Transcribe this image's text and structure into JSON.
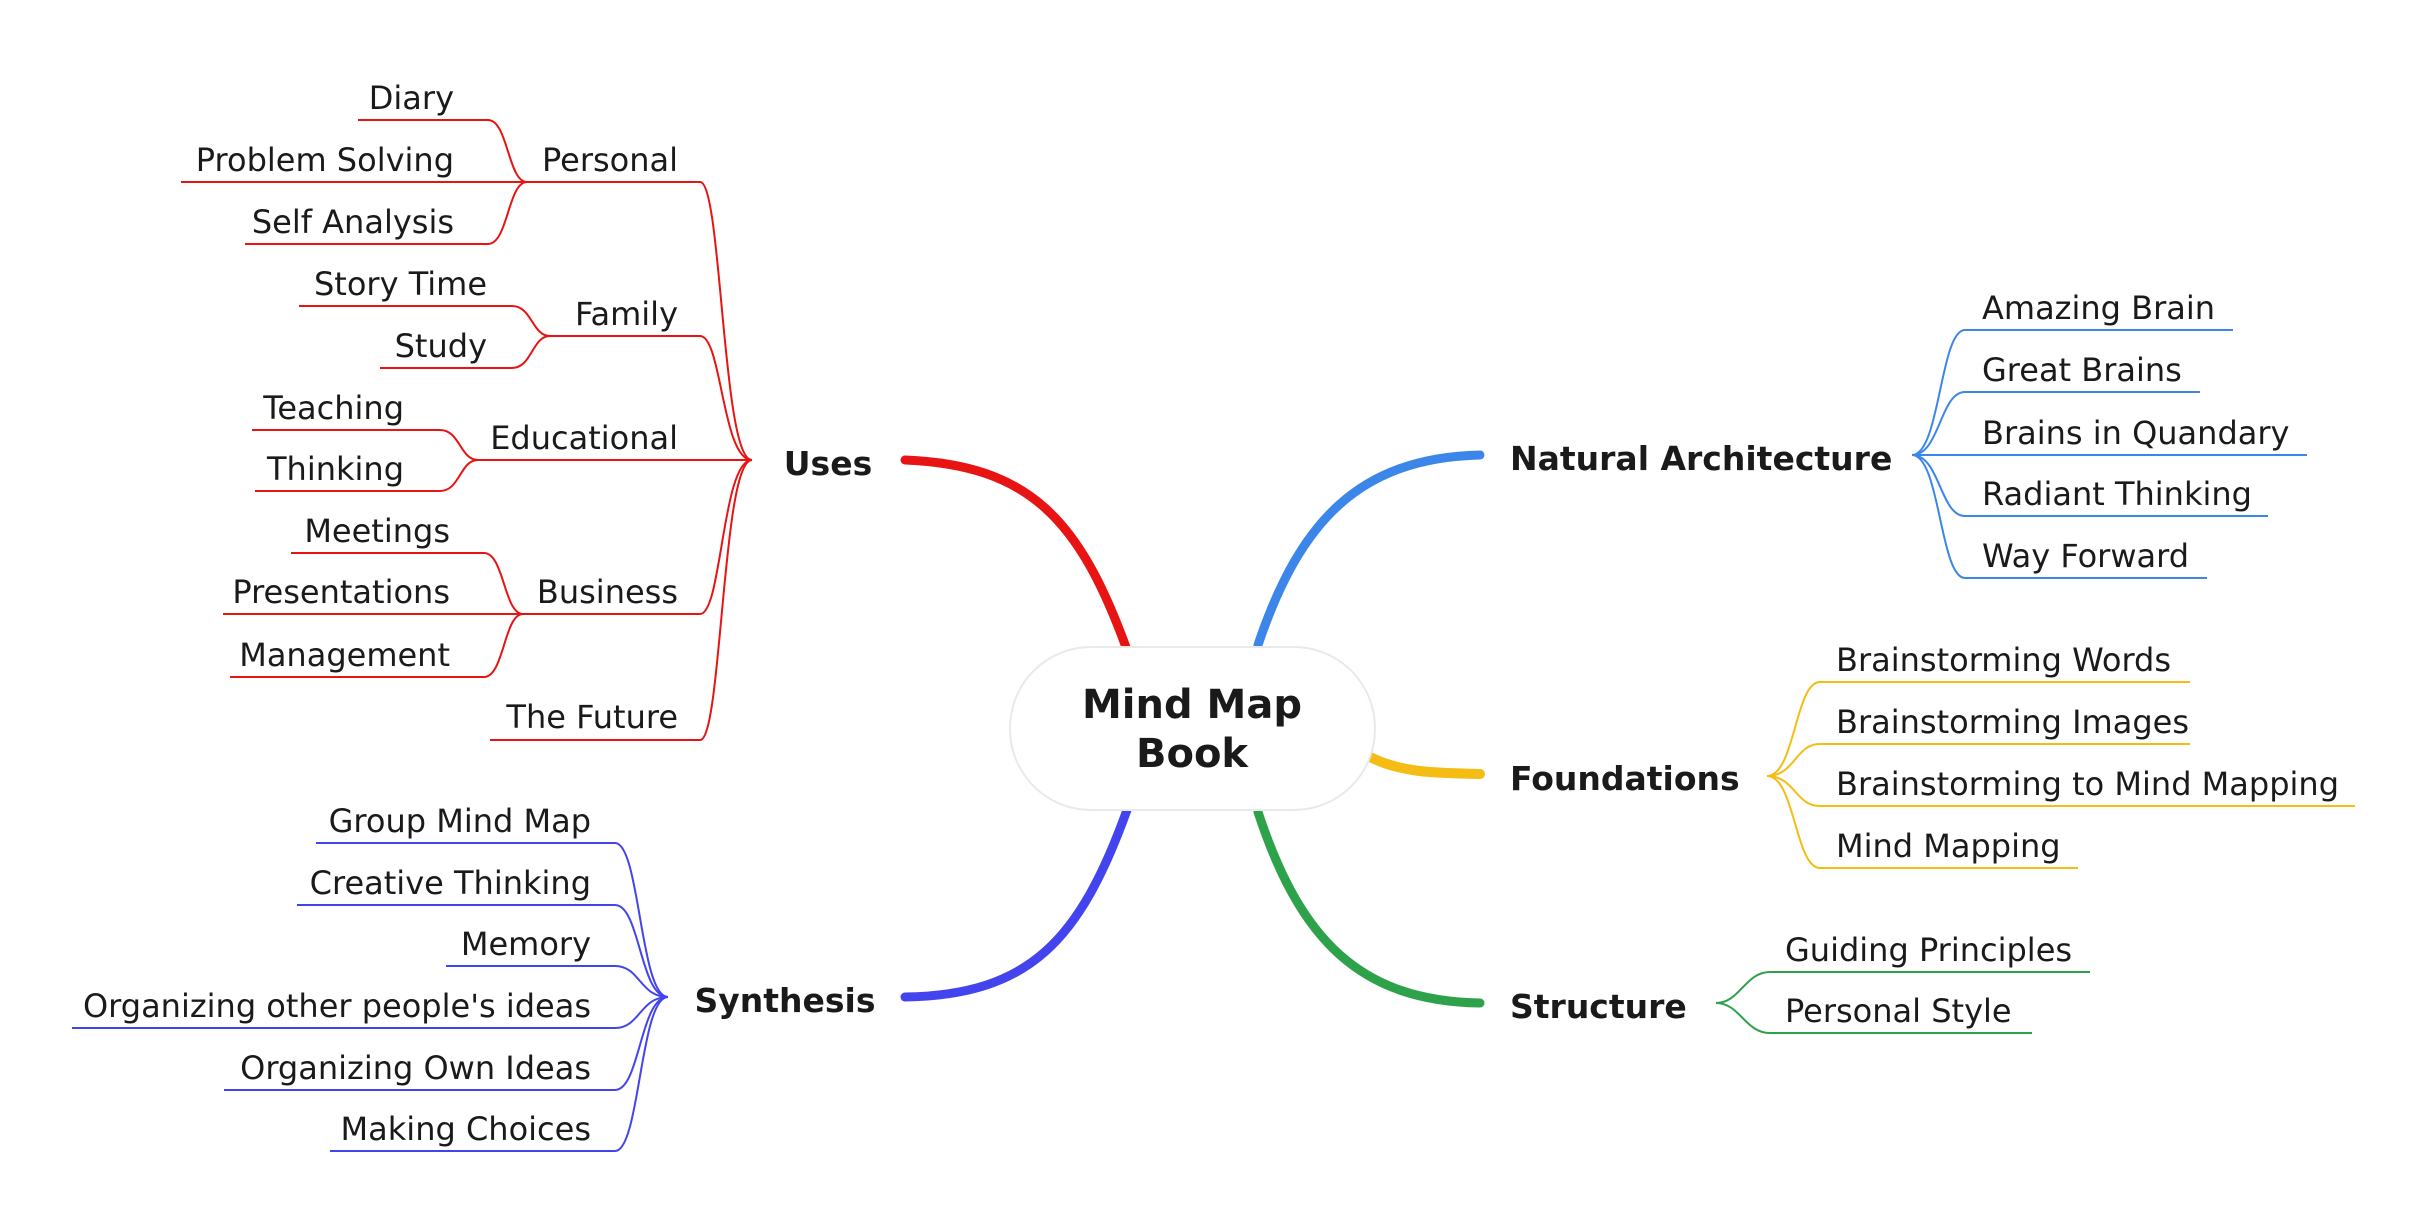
{
  "center": {
    "line1": "Mind Map",
    "line2": "Book"
  },
  "colors": {
    "uses": "#e81414",
    "synthesis": "#4444ee",
    "natural": "#3b86e8",
    "foundations": "#f5bc14",
    "structure": "#2ea24a",
    "center_border": "#e9e9e9"
  },
  "branches": {
    "uses": {
      "label": "Uses",
      "groups": [
        {
          "label": "Personal",
          "items": [
            "Diary",
            "Problem Solving",
            "Self Analysis"
          ]
        },
        {
          "label": "Family",
          "items": [
            "Story Time",
            "Study"
          ]
        },
        {
          "label": "Educational",
          "items": [
            "Teaching",
            "Thinking"
          ]
        },
        {
          "label": "Business",
          "items": [
            "Meetings",
            "Presentations",
            "Management"
          ]
        },
        {
          "label": "The Future",
          "items": []
        }
      ]
    },
    "synthesis": {
      "label": "Synthesis",
      "items": [
        "Group Mind Map",
        "Creative Thinking",
        "Memory",
        "Organizing other people's ideas",
        "Organizing Own Ideas",
        "Making Choices"
      ]
    },
    "natural": {
      "label": "Natural Architecture",
      "items": [
        "Amazing Brain",
        "Great Brains",
        "Brains in Quandary",
        "Radiant Thinking",
        "Way Forward"
      ]
    },
    "foundations": {
      "label": "Foundations",
      "items": [
        "Brainstorming Words",
        "Brainstorming Images",
        "Brainstorming to Mind Mapping",
        "Mind Mapping"
      ]
    },
    "structure": {
      "label": "Structure",
      "items": [
        "Guiding Principles",
        "Personal Style"
      ]
    }
  }
}
